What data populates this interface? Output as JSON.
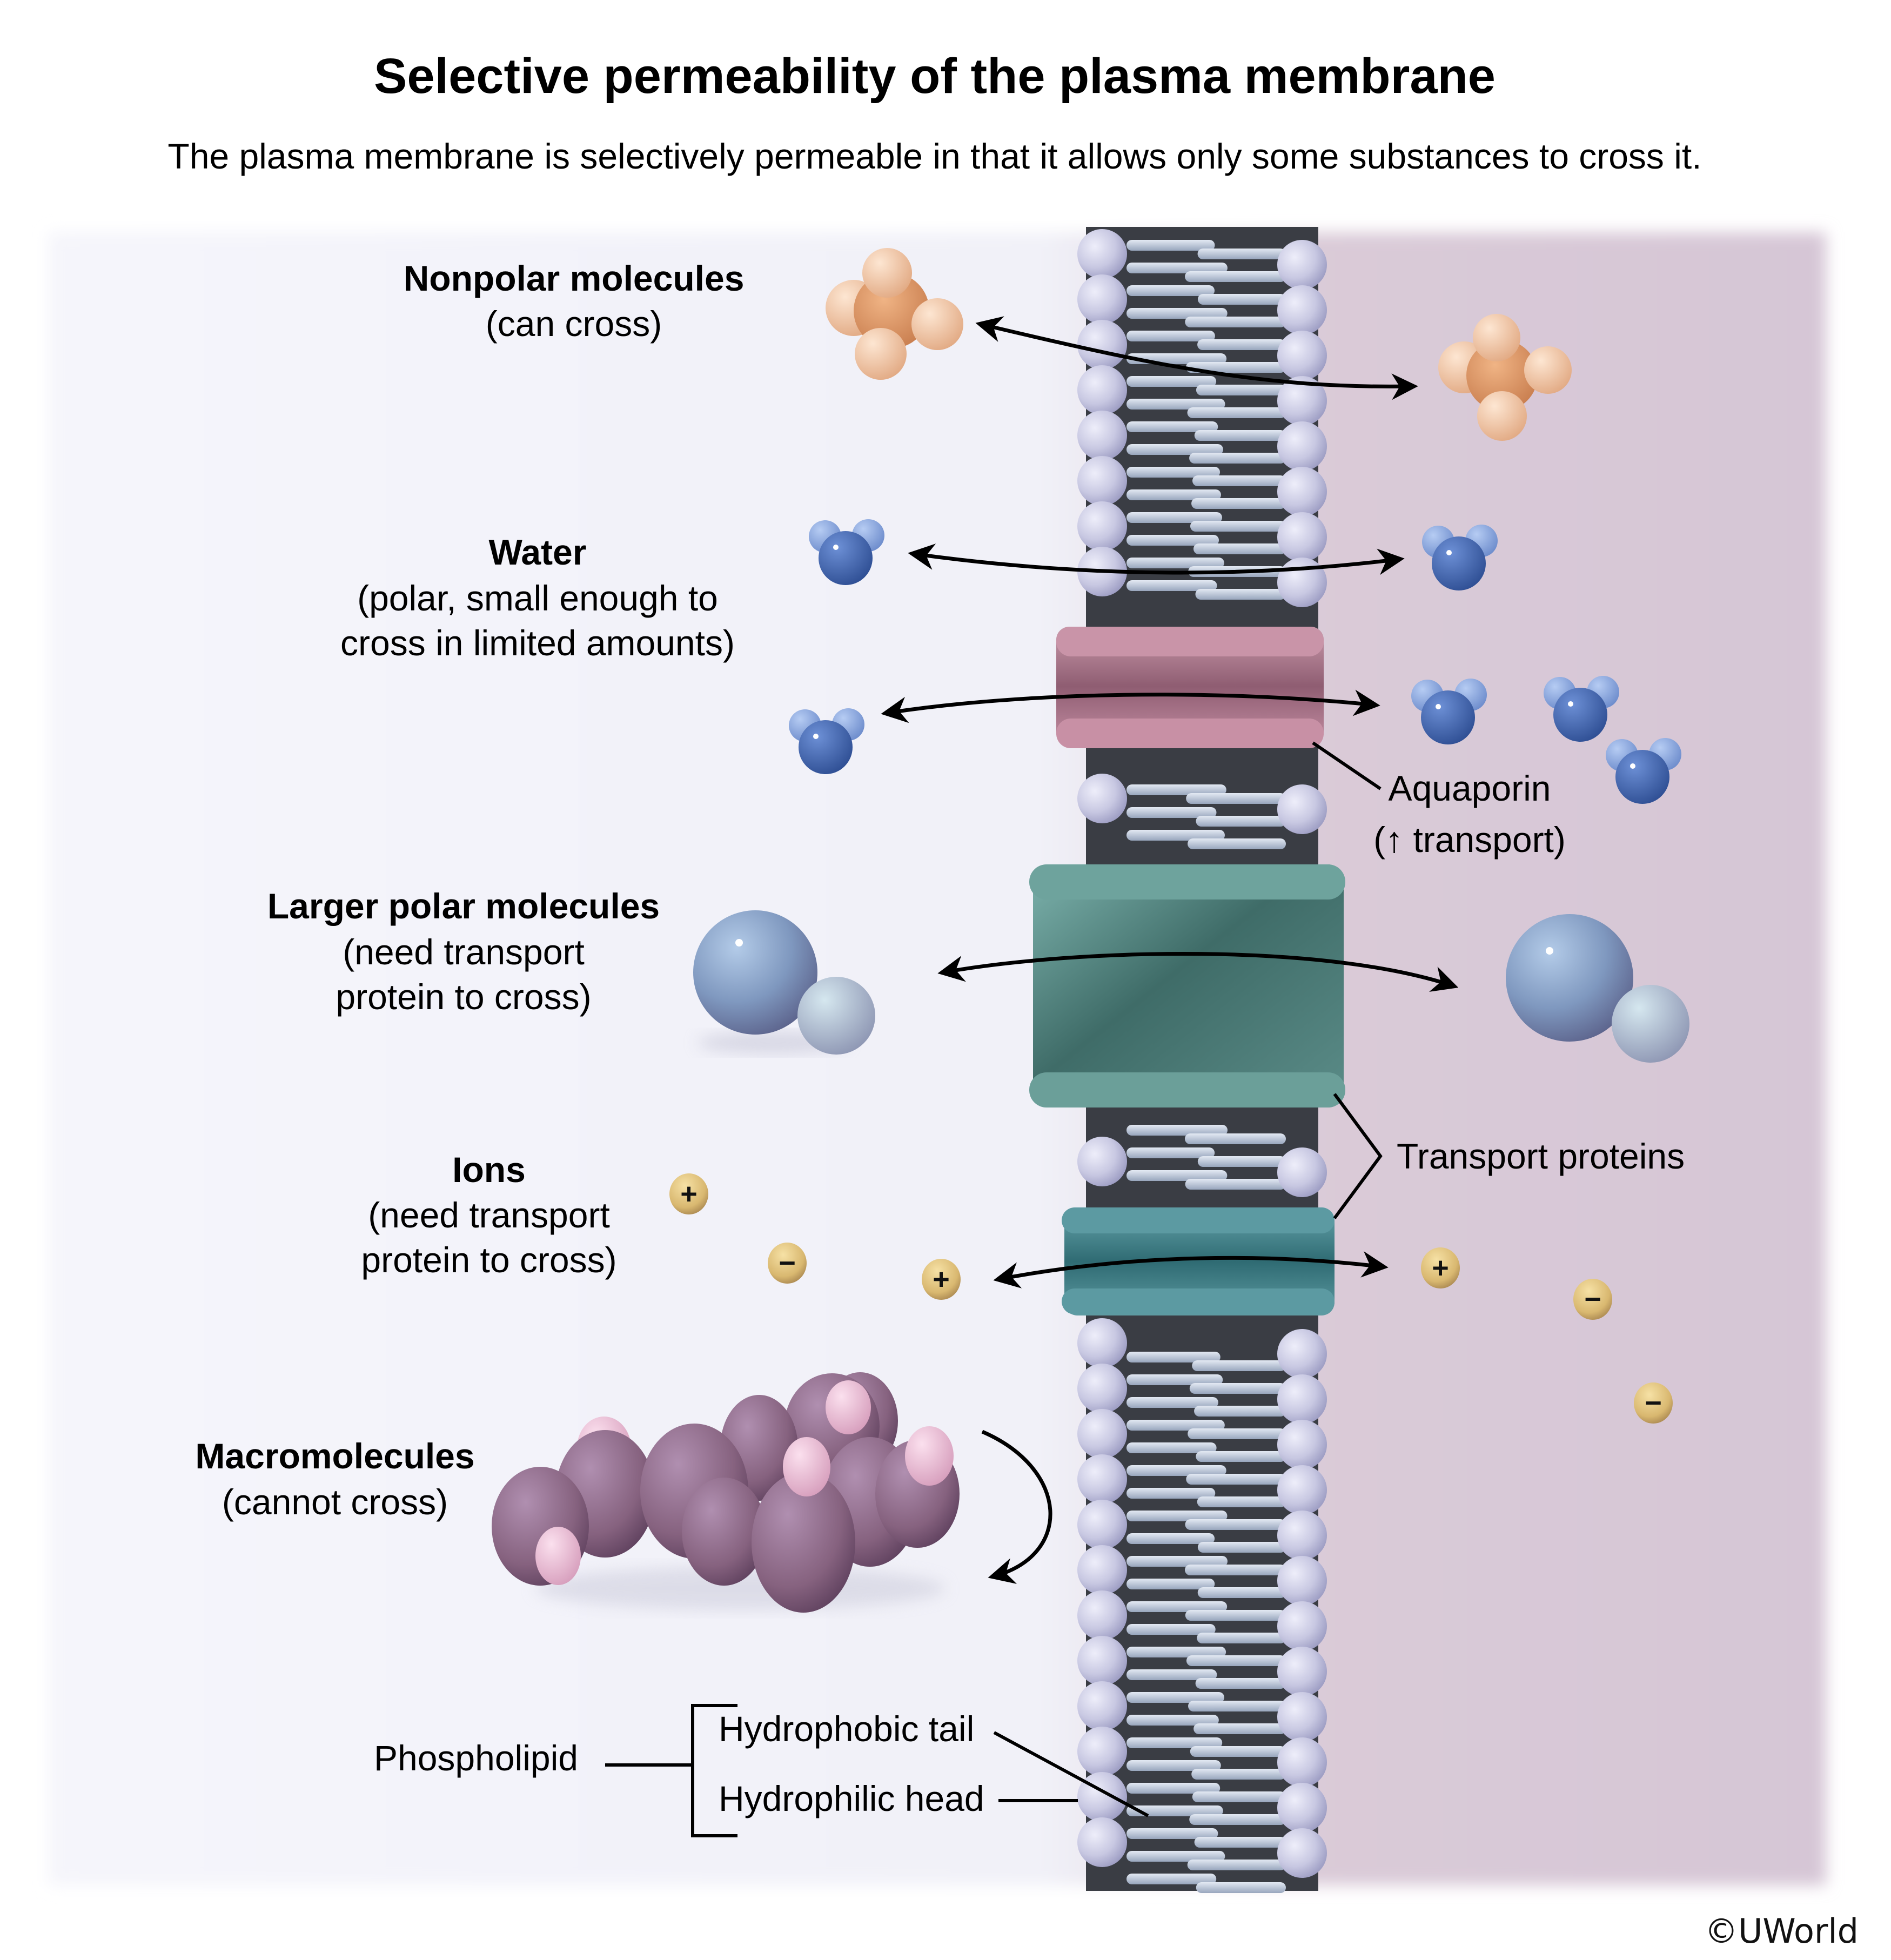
{
  "header": {
    "title": "Selective permeability of the plasma membrane",
    "subtitle": "The plasma membrane is selectively permeable in that it allows only some substances to cross it."
  },
  "categories": [
    {
      "id": "nonpolar",
      "name": "Nonpolar molecules",
      "note_lines": [
        "(can cross)"
      ],
      "crosses": "directly through lipid bilayer"
    },
    {
      "id": "water",
      "name": "Water",
      "note_lines": [
        "(polar, small enough to",
        "cross in limited amounts)"
      ],
      "crosses": "directly in limited amounts and via aquaporin"
    },
    {
      "id": "larger-polar",
      "name": "Larger polar molecules",
      "note_lines": [
        "(need transport",
        "protein to cross)"
      ],
      "crosses": "via transport protein"
    },
    {
      "id": "ions",
      "name": "Ions",
      "note_lines": [
        "(need transport",
        "protein to cross)"
      ],
      "crosses": "via transport protein"
    },
    {
      "id": "macromolecules",
      "name": "Macromolecules",
      "note_lines": [
        "(cannot cross)"
      ],
      "crosses": "no"
    }
  ],
  "annotations": {
    "aquaporin": [
      "Aquaporin",
      "(↑ transport)"
    ],
    "transport_proteins": "Transport proteins",
    "phospholipid": "Phospholipid",
    "hydrophobic_tail": "Hydrophobic tail",
    "hydrophilic_head": "Hydrophilic head"
  },
  "ions": {
    "left": [
      "+",
      "−",
      "+"
    ],
    "right": [
      "+",
      "−",
      "−"
    ]
  },
  "copyright": "©UWorld",
  "colors": {
    "background_left": "#f3f3fa",
    "background_right": "#d9c8d6",
    "phospholipid_head": "#c9c9e2",
    "phospholipid_tail": "#b8c4d6",
    "bilayer_core": "#3a3d44",
    "aquaporin": "#b47f92",
    "transport_protein_large": "#5e9590",
    "transport_protein_small": "#4c8c95",
    "nonpolar_core": "#d9915f",
    "nonpolar_atom": "#f3c7a4",
    "water_oxygen": "#3f64ad",
    "water_hydrogen": "#8aa7df",
    "polar_large": "#7f98bf",
    "polar_small": "#a9c1d2",
    "ion": "#dbbc72",
    "macromolecule": "#8c6a8c",
    "macromolecule_cap": "#e5b4cd"
  }
}
